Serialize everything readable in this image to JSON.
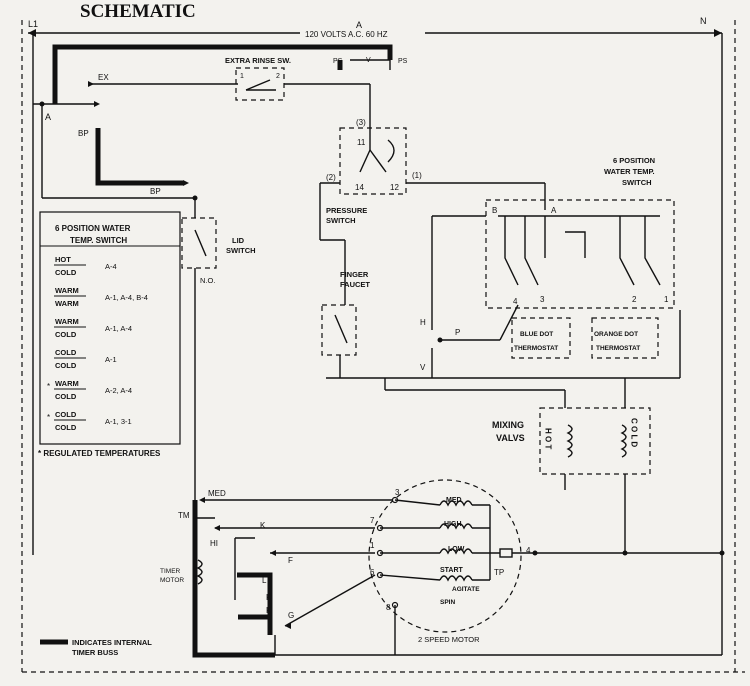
{
  "header": {
    "title": "SCHEMATIC",
    "supply": "120 VOLTS A.C. 60 HZ",
    "l1": "L1",
    "n": "N"
  },
  "labels": {
    "a_left": "A",
    "a_top": "A",
    "ex": "EX",
    "bp_top": "BP",
    "bp_bottom": "BP",
    "ps_left": "PS",
    "ps_right": "PS",
    "ps_v": "V",
    "extra_rinse": "EXTRA RINSE SW.",
    "sw1": "1",
    "sw2": "2",
    "p3": "(3)",
    "p2": "(2)",
    "p1": "(1)",
    "t11": "11",
    "t14": "14",
    "t12": "12",
    "pressure_switch_1": "PRESSURE",
    "pressure_switch_2": "SWITCH",
    "lid_1": "LID",
    "lid_2": "SWITCH",
    "no": "N.O.",
    "finger_1": "FINGER",
    "finger_2": "FAUCET",
    "water_1": "6 POSITION",
    "water_2": "WATER TEMP.",
    "water_3": "SWITCH",
    "wb": "B",
    "wa": "A",
    "w4": "4",
    "w3": "3",
    "w2": "2",
    "w1": "1",
    "h": "H",
    "p": "P",
    "v": "V",
    "blue_1": "BLUE DOT",
    "blue_2": "THERMOSTAT",
    "orange_1": "ORANGE DOT",
    "orange_2": "THERMOSTAT",
    "mixing_1": "MIXING",
    "mixing_2": "VALVS",
    "hot": "H O T",
    "cold": "C O L D",
    "med": "MED",
    "tm": "TM",
    "hi": "HI",
    "timer_1": "TIMER",
    "timer_2": "MOTOR",
    "k1": "K",
    "k2": "K",
    "k3": "K",
    "f": "F",
    "g": "G",
    "l": "L",
    "m3": "3",
    "m7": "7",
    "m1": "1",
    "m6": "6",
    "m8": "8",
    "m4": "4",
    "med_w": "MED",
    "high_w": "HIGH",
    "low_w": "LOW",
    "start_w": "START",
    "agitate": "AGITATE",
    "spin": "SPIN",
    "tp": "TP",
    "motor": "2 SPEED MOTOR",
    "bus_1": "INDICATES INTERNAL",
    "bus_2": "TIMER BUSS"
  },
  "legend": {
    "title_1": "6 POSITION WATER",
    "title_2": "TEMP. SWITCH",
    "rows": [
      {
        "top": "HOT",
        "bottom": "COLD",
        "mark": "",
        "contacts": "A-4"
      },
      {
        "top": "WARM",
        "bottom": "WARM",
        "mark": "",
        "contacts": "A-1, A-4, B-4"
      },
      {
        "top": "WARM",
        "bottom": "COLD",
        "mark": "",
        "contacts": "A-1, A-4"
      },
      {
        "top": "COLD",
        "bottom": "COLD",
        "mark": "",
        "contacts": "A-1"
      },
      {
        "top": "WARM",
        "bottom": "COLD",
        "mark": "*",
        "contacts": "A-2, A-4"
      },
      {
        "top": "COLD",
        "bottom": "COLD",
        "mark": "*",
        "contacts": "A-1, 3-1"
      }
    ],
    "footnote": "* REGULATED TEMPERATURES"
  }
}
